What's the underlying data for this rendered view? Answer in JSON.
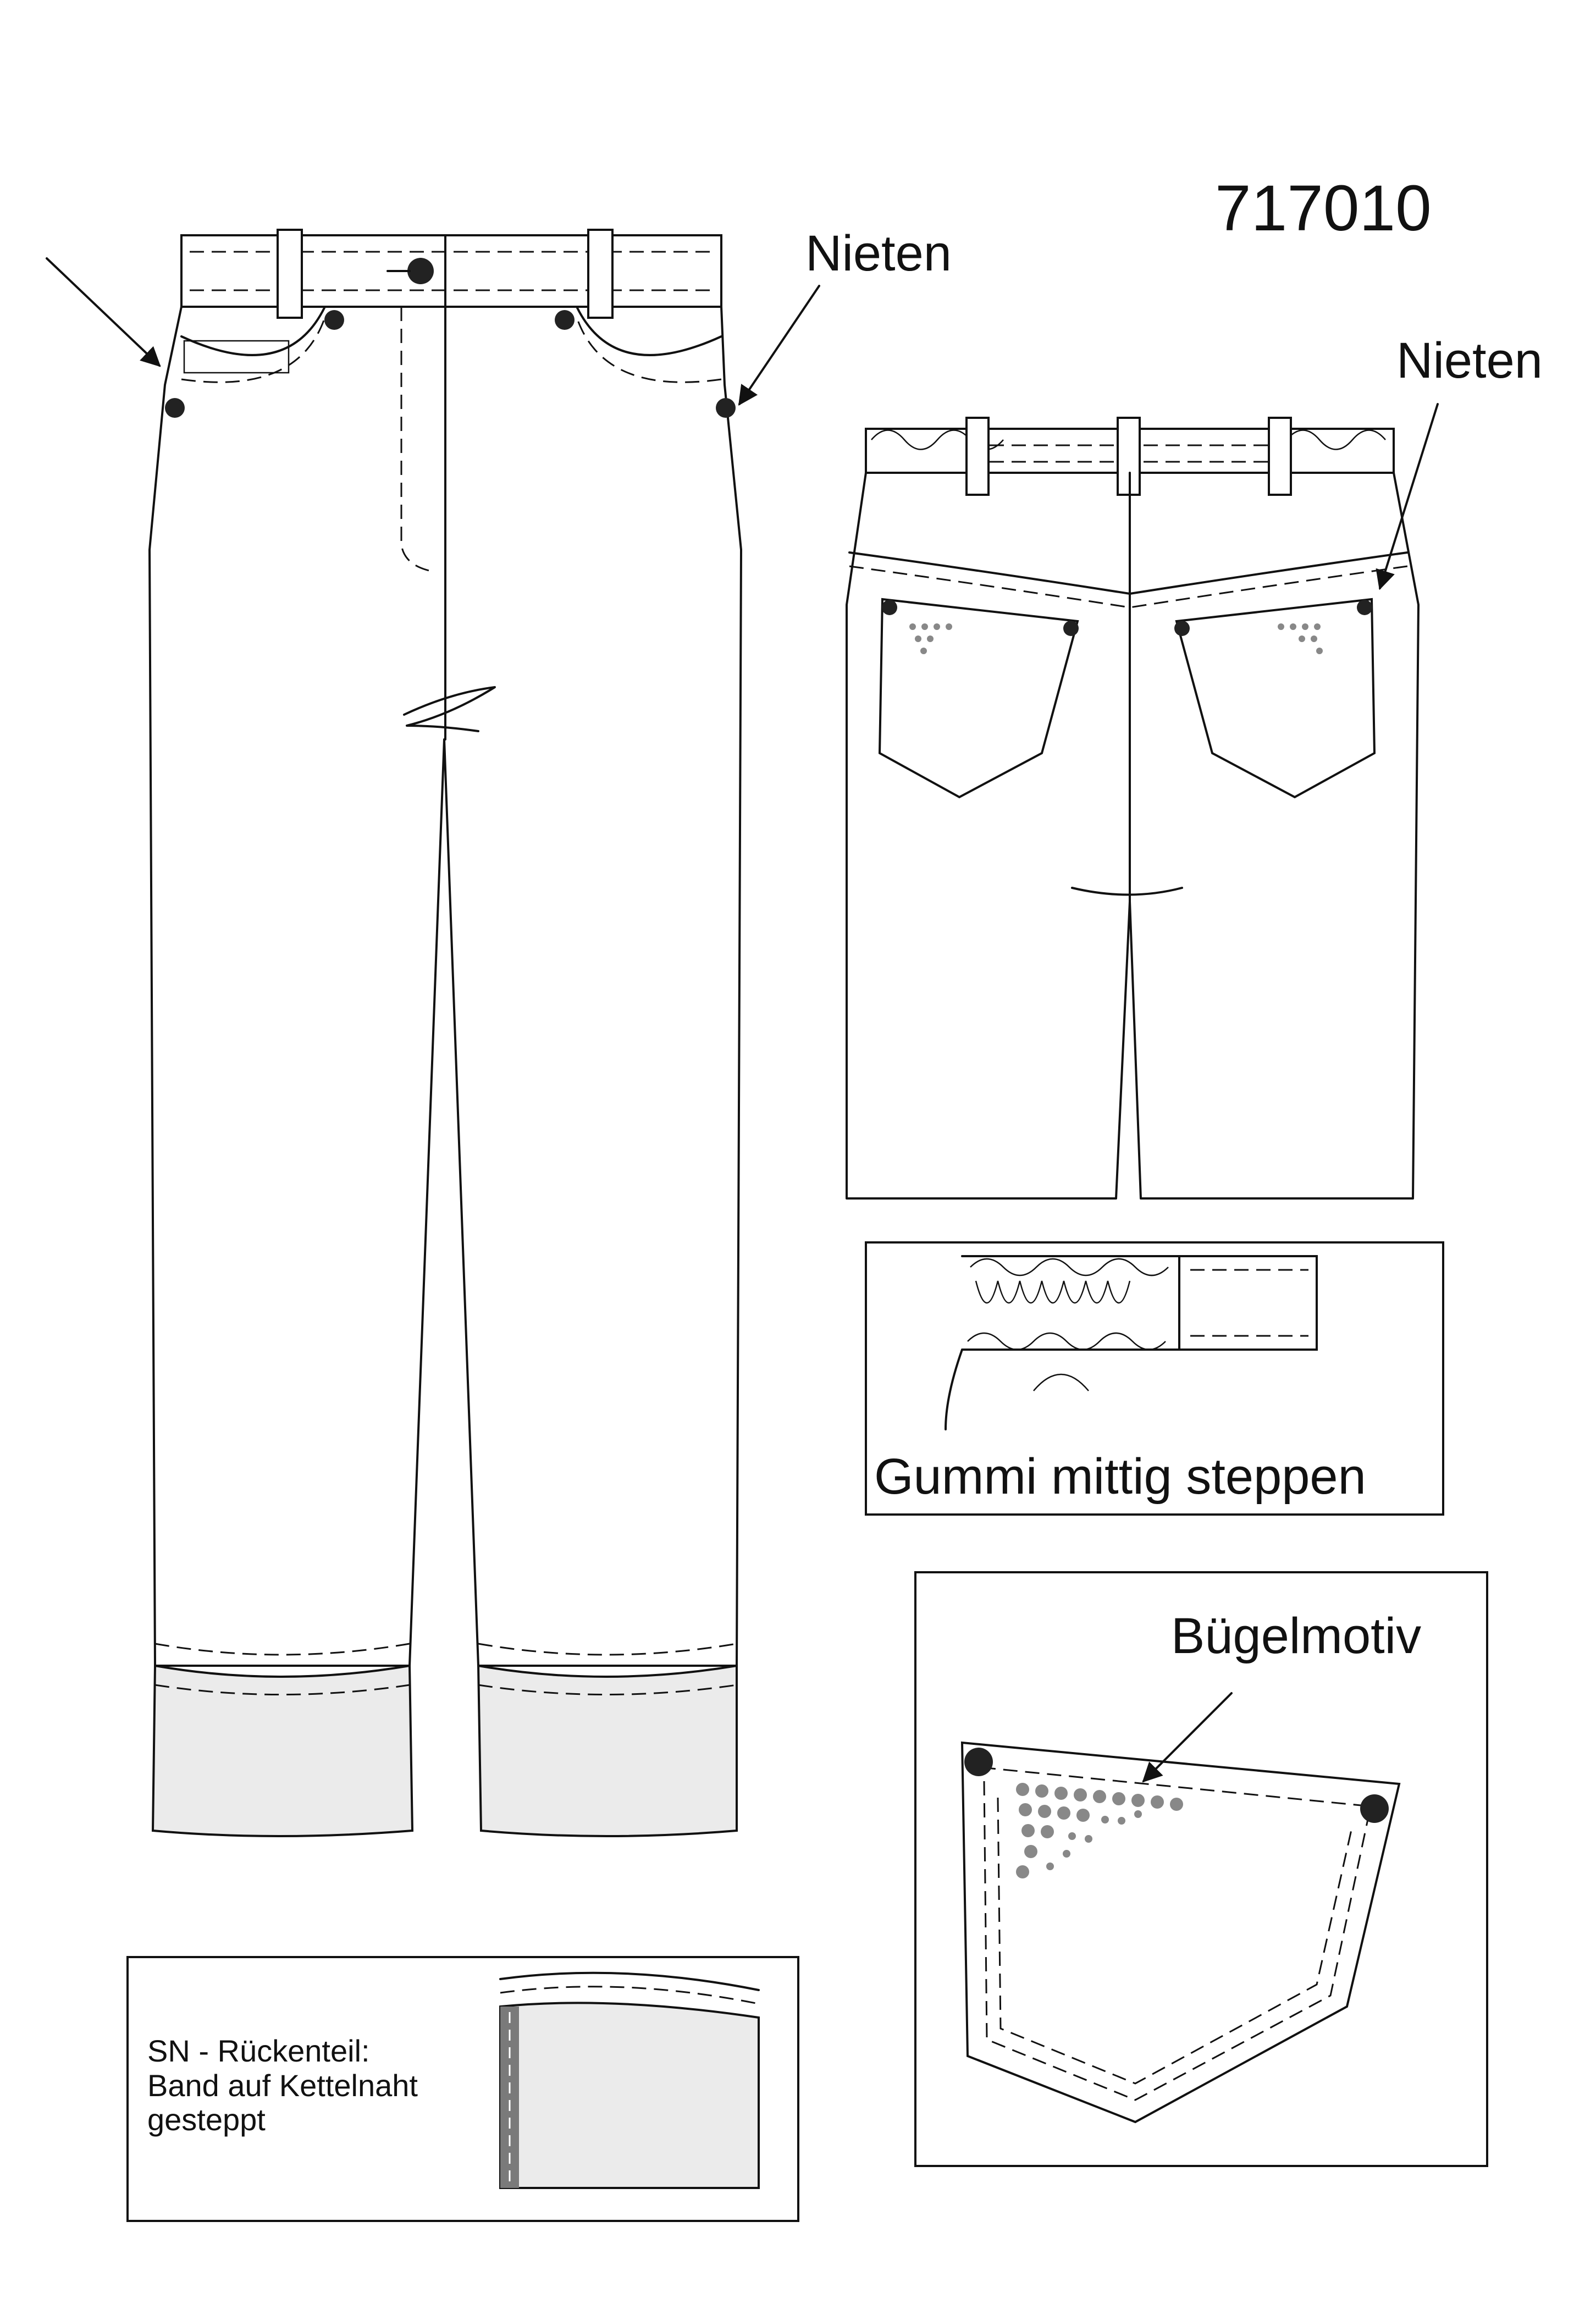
{
  "sheet": {
    "style_number": "717010",
    "labels": {
      "rivets_front": "Nieten",
      "rivets_back": "Nieten",
      "elastic_note": "Gummi mittig steppen",
      "iron_on_motif": "Bügelmotiv",
      "side_seam_note": "SN - Rückenteil:\nBand auf Kettelnaht\ngesteppt"
    }
  }
}
